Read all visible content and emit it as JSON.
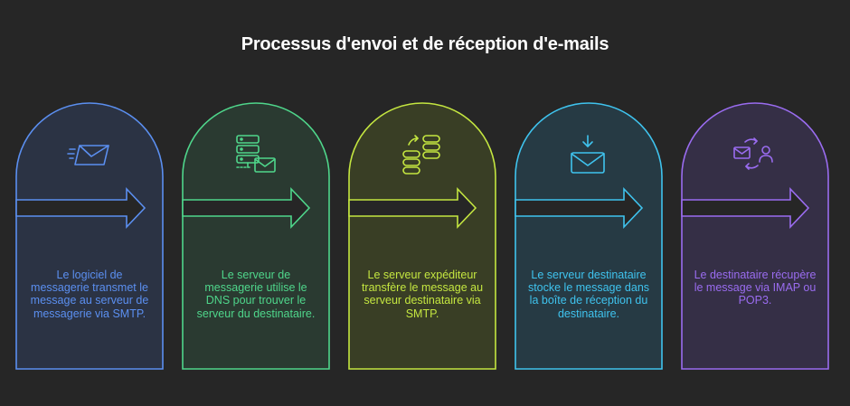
{
  "title": "Processus d'envoi et de réception d'e-mails",
  "steps": [
    {
      "text": "Le logiciel de messagerie transmet le message au serveur de messagerie via SMTP.",
      "icon": "fast-mail-icon",
      "color": "#5b8ff0",
      "fill": "#2b3344"
    },
    {
      "text": "Le serveur de messagerie utilise le DNS pour trouver le serveur du destinataire.",
      "icon": "server-mail-icon",
      "color": "#4fd68b",
      "fill": "#2a3a31"
    },
    {
      "text": "Le serveur expéditeur transfère le message au serveur destinataire via SMTP.",
      "icon": "server-transfer-icon",
      "color": "#c4e640",
      "fill": "#393e25"
    },
    {
      "text": "Le serveur destinataire stocke le message dans la boîte de réception du destinataire.",
      "icon": "inbox-download-icon",
      "color": "#3fc3ee",
      "fill": "#263a44"
    },
    {
      "text": "Le destinataire récupère le message via IMAP ou POP3.",
      "icon": "mail-user-sync-icon",
      "color": "#9a6cf0",
      "fill": "#352f46"
    }
  ]
}
